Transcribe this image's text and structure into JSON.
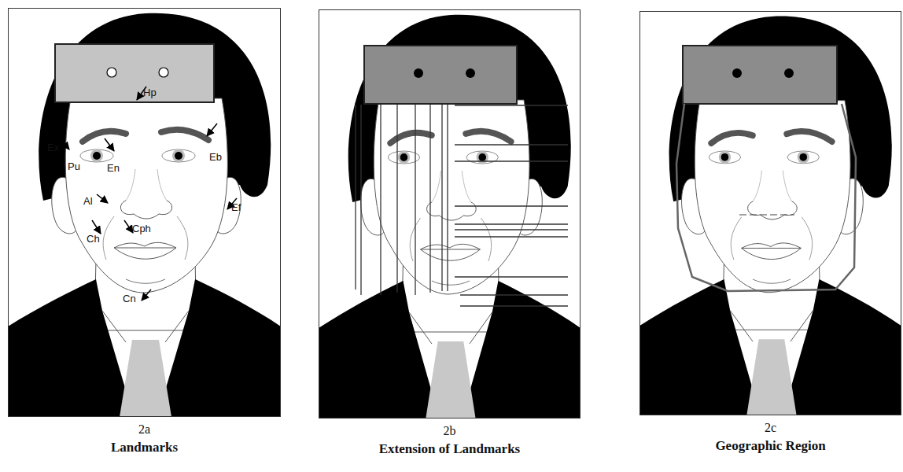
{
  "diagram": {
    "nodes": [
      {
        "text": [
          "2a",
          "Landmarks"
        ]
      },
      {
        "text": [
          "2b",
          "Extension of Landmarks"
        ]
      },
      {
        "text": [
          "2c",
          "Geographic Region"
        ]
      }
    ],
    "labels": [
      "Hp",
      "Ex",
      "Pu",
      "En",
      "Eb",
      "Al",
      "Ef",
      "Ch",
      "Cph",
      "Cn"
    ]
  }
}
